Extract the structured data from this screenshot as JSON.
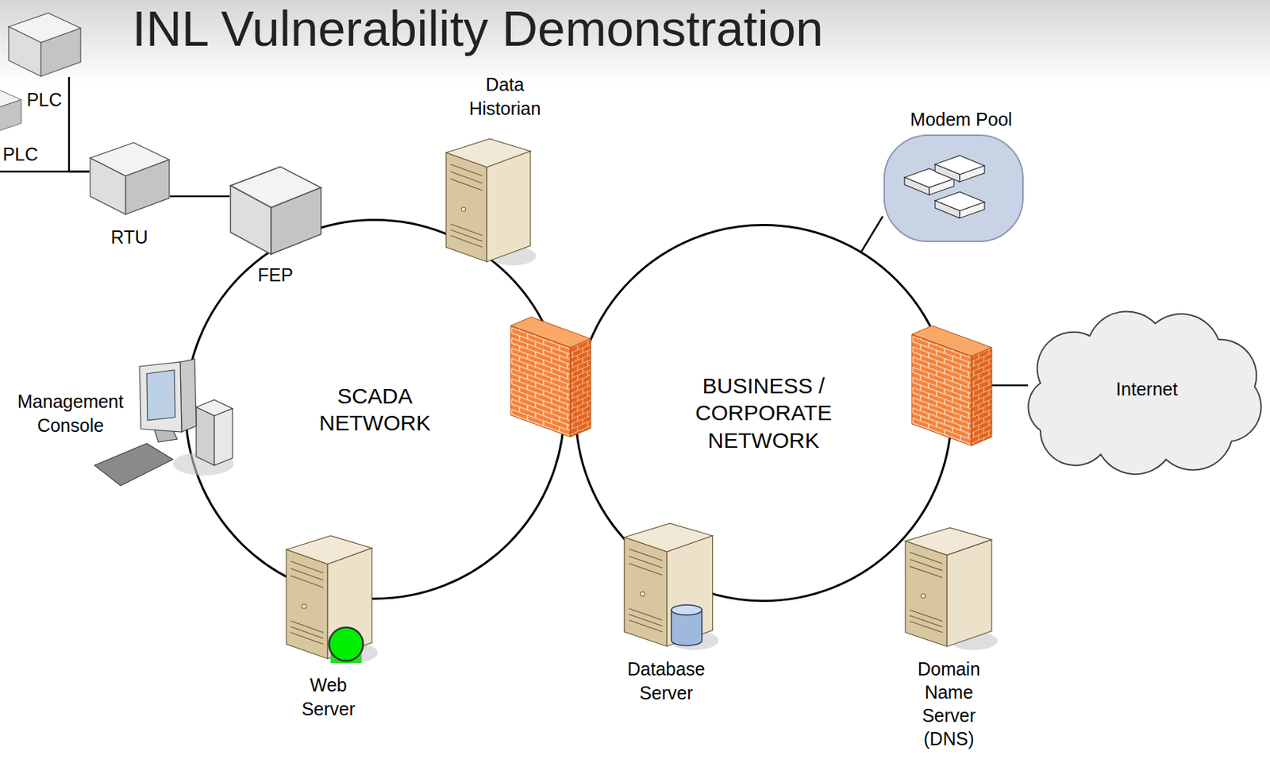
{
  "diagram": {
    "title": "INL Vulnerability Demonstration",
    "nodes": [
      {
        "text": [
          "PLC"
        ]
      },
      {
        "text": [
          "PLC"
        ]
      },
      {
        "text": [
          "RTU"
        ]
      },
      {
        "text": [
          "FEP"
        ]
      },
      {
        "text": [
          "Data Historian"
        ]
      },
      {
        "text": [
          "Modem Pool"
        ]
      },
      {
        "text": [
          "Management Console"
        ]
      },
      {
        "text": [
          "SCADA NETWORK"
        ]
      },
      {
        "text": [
          "BUSINESS / CORPORATE NETWORK"
        ]
      },
      {
        "text": [
          "Internet"
        ]
      },
      {
        "text": [
          "Web Server"
        ]
      },
      {
        "text": [
          "Database Server"
        ]
      },
      {
        "text": [
          "Domain Name Server (DNS)"
        ]
      }
    ],
    "edges": [
      {
        "from": 0,
        "to": 2,
        "arrow": "none"
      },
      {
        "from": 1,
        "to": 2,
        "arrow": "none"
      },
      {
        "from": 2,
        "to": 3,
        "arrow": "none"
      },
      {
        "from": 5,
        "to": 8,
        "arrow": "none"
      },
      {
        "from": 8,
        "to": 9,
        "arrow": "none"
      }
    ]
  }
}
